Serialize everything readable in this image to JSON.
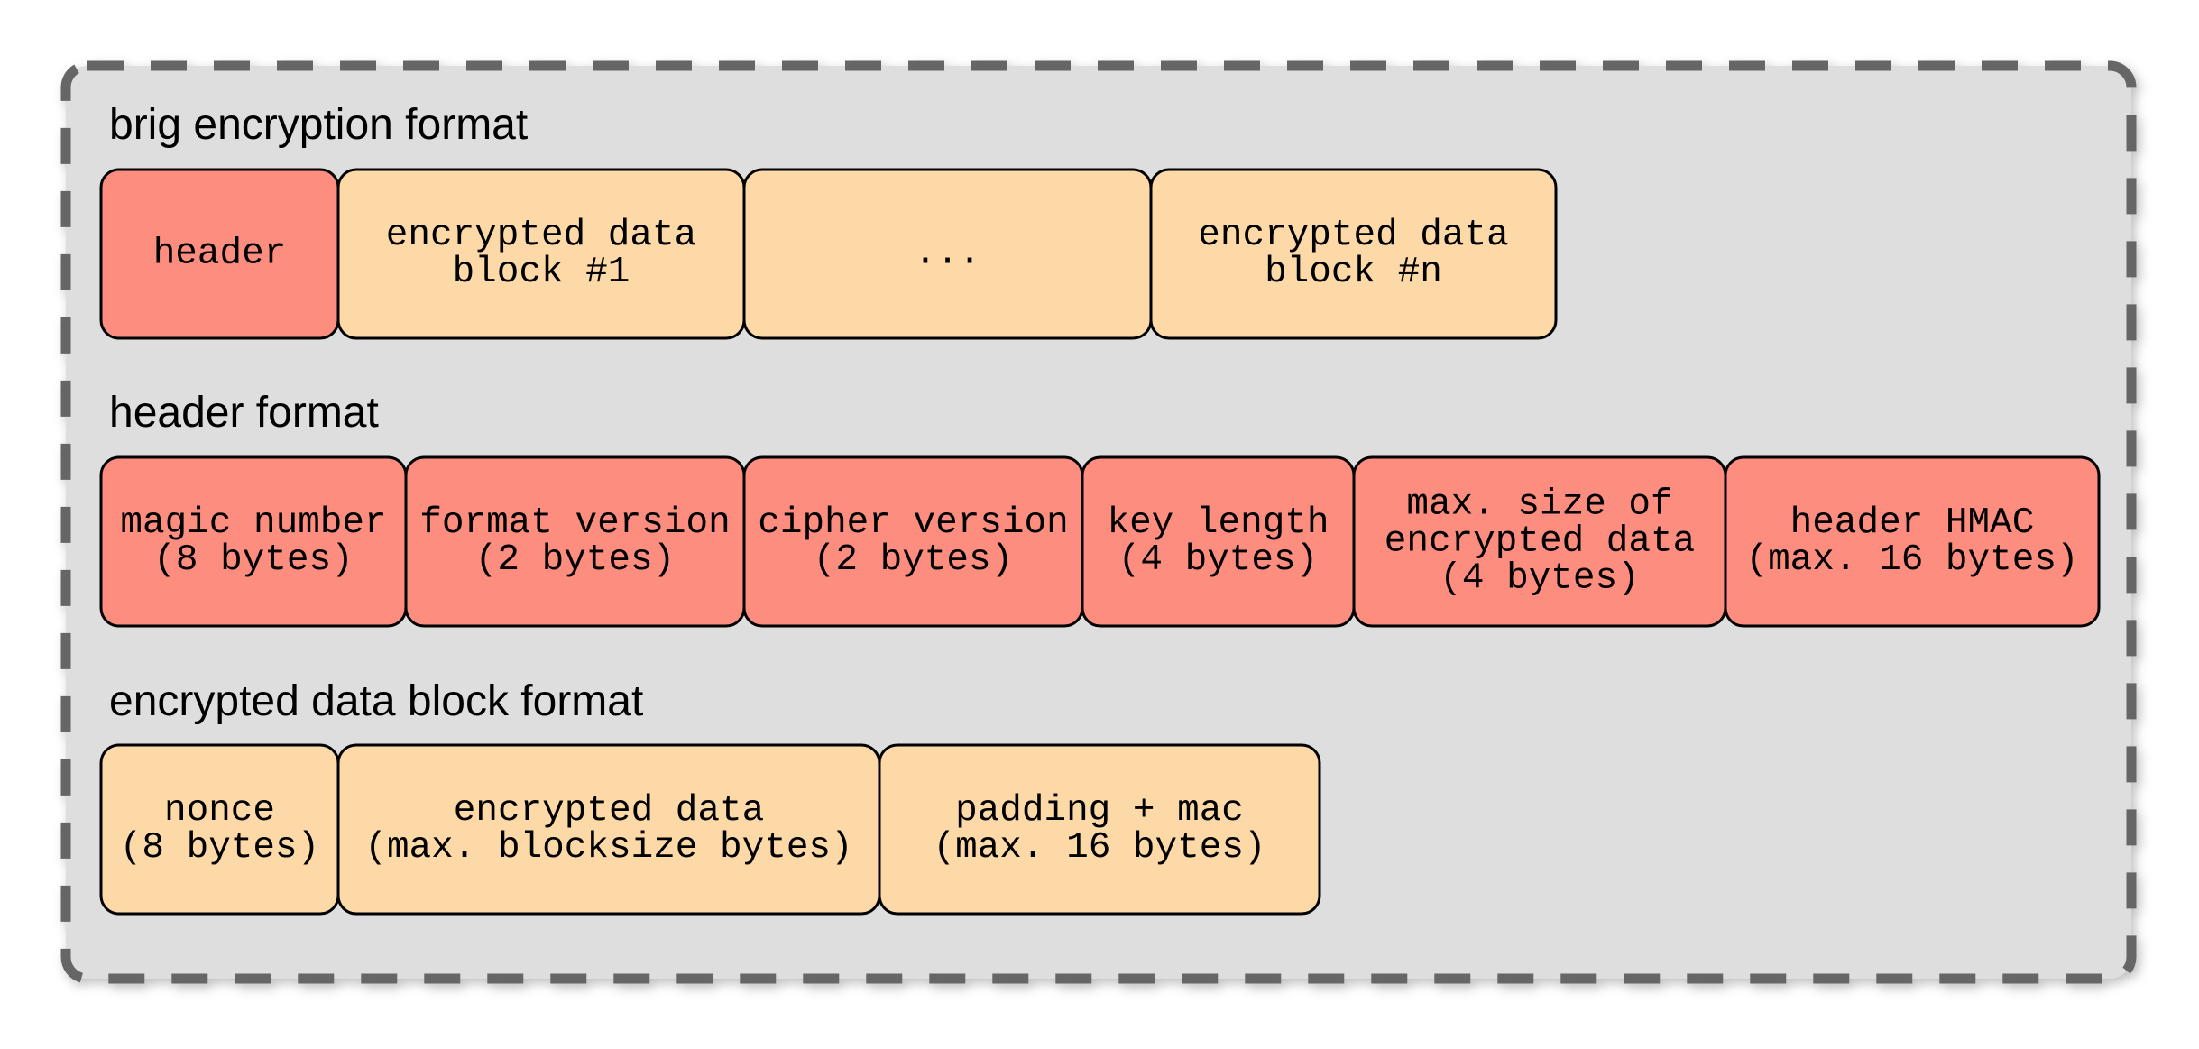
{
  "colors": {
    "header_block": "#fc8d7f",
    "data_block": "#fdd9a7",
    "container_fill": "#dedede",
    "container_border": "#666666"
  },
  "sections": [
    {
      "title": "brig encryption format",
      "blocks": [
        {
          "lines": [
            "header"
          ],
          "kind": "header_block"
        },
        {
          "lines": [
            "encrypted data",
            "block #1"
          ],
          "kind": "data_block"
        },
        {
          "lines": [
            "..."
          ],
          "kind": "data_block"
        },
        {
          "lines": [
            "encrypted data",
            "block #n"
          ],
          "kind": "data_block"
        }
      ]
    },
    {
      "title": "header format",
      "blocks": [
        {
          "lines": [
            "magic number",
            "(8 bytes)"
          ],
          "kind": "header_block"
        },
        {
          "lines": [
            "format version",
            "(2 bytes)"
          ],
          "kind": "header_block"
        },
        {
          "lines": [
            "cipher version",
            "(2 bytes)"
          ],
          "kind": "header_block"
        },
        {
          "lines": [
            "key length",
            "(4 bytes)"
          ],
          "kind": "header_block"
        },
        {
          "lines": [
            "max. size of",
            "encrypted data",
            "(4 bytes)"
          ],
          "kind": "header_block"
        },
        {
          "lines": [
            "header HMAC",
            "(max. 16 bytes)"
          ],
          "kind": "header_block"
        }
      ]
    },
    {
      "title": "encrypted data block format",
      "blocks": [
        {
          "lines": [
            "nonce",
            "(8 bytes)"
          ],
          "kind": "data_block"
        },
        {
          "lines": [
            "encrypted data",
            "(max. blocksize bytes)"
          ],
          "kind": "data_block"
        },
        {
          "lines": [
            "padding + mac",
            "(max. 16 bytes)"
          ],
          "kind": "data_block"
        }
      ]
    }
  ]
}
